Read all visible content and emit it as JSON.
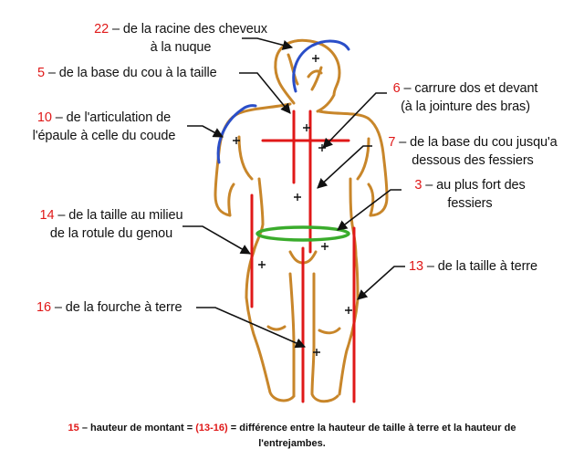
{
  "colors": {
    "body_outline": "#c8862a",
    "measure_line": "#e01818",
    "hair_arc": "#2a4ec8",
    "hip_line": "#3aac2c",
    "label_number": "#e01818",
    "text": "#111111"
  },
  "labels": {
    "m22": {
      "num": "22",
      "text_line1": " – de la racine des cheveux",
      "text_line2": "à la nuque"
    },
    "m5": {
      "num": "5",
      "text": " – de la base du cou à la taille"
    },
    "m6": {
      "num": "6",
      "text_line1": " – carrure dos et devant",
      "text_line2": "(à la jointure des bras)"
    },
    "m10": {
      "num": "10",
      "text_line1": " – de l'articulation de",
      "text_line2": "l'épaule à celle du coude"
    },
    "m7": {
      "num": "7",
      "text_line1": " – de la base du cou jusqu'a",
      "text_line2": "dessous des fessiers"
    },
    "m3": {
      "num": "3",
      "text_line1": " – au plus fort des",
      "text_line2": "fessiers"
    },
    "m14": {
      "num": "14",
      "text_line1": " – de la taille au milieu",
      "text_line2": "de la rotule du genou"
    },
    "m13": {
      "num": "13",
      "text": " – de la taille à terre"
    },
    "m16": {
      "num": "16",
      "text": " – de la fourche  à terre"
    }
  },
  "footer": {
    "num": "15",
    "part1": " – hauteur de montant = ",
    "formula": "(13-16)",
    "part2": " = différence entre la hauteur de taille à terre et la hauteur de",
    "line2": "l'entrejambes."
  }
}
